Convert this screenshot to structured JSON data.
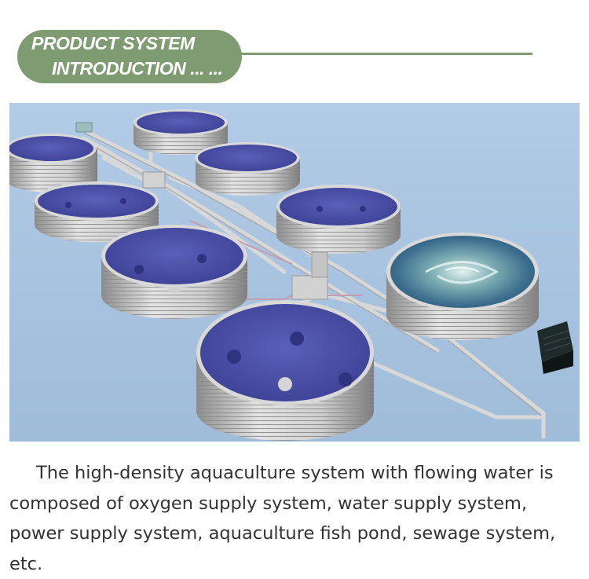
{
  "header": {
    "title_line1": "PRODUCT SYSTEM",
    "title_line2": "INTRODUCTION ... ..."
  },
  "colors": {
    "accent_green": "#7f9b72",
    "background_blue": "#a9c4e0",
    "tank_water": "#4a4fa6",
    "caption_text": "#333333"
  },
  "illustration": {
    "subject": "aquaculture-tank-system-render"
  },
  "caption": {
    "text": "The high-density aquaculture system with flowing water is composed of oxygen supply system, water supply system, power supply system, aquaculture fish pond, sewage system, etc."
  }
}
